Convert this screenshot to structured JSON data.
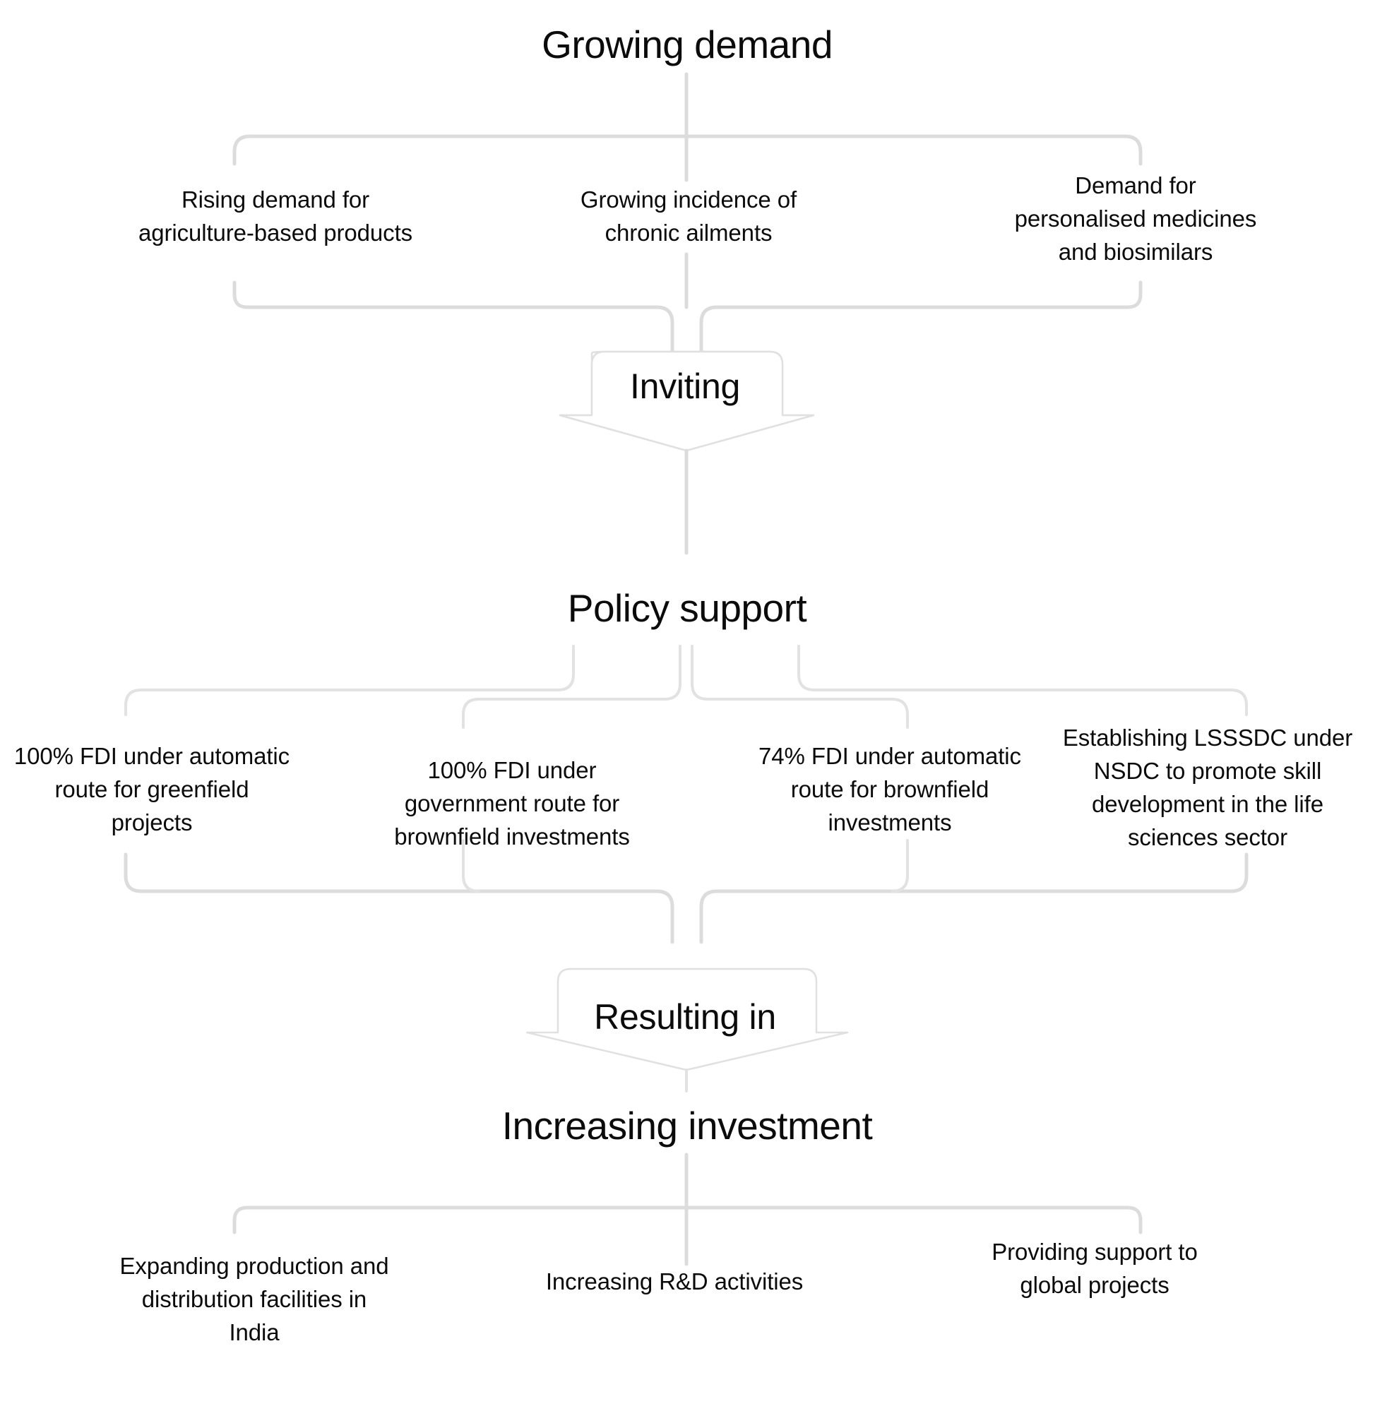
{
  "diagram": {
    "title_hint": "Growing demand to increasing investment flow",
    "connector_color": "#dcdcdc",
    "text_color": "#0b0b0b",
    "background_color": "#ffffff"
  },
  "tiers": [
    {
      "id": "growing-demand",
      "heading": "Growing demand",
      "leaves": [
        "Rising demand for\nagriculture-based products",
        "Growing incidence of\nchronic ailments",
        "Demand for\npersonalised medicines\nand biosimilars"
      ]
    },
    {
      "id": "policy-support",
      "heading": "Policy support",
      "leaves": [
        "100% FDI under automatic\nroute for greenfield\nprojects",
        "100% FDI under\ngovernment route for\nbrownfield investments",
        "74% FDI under automatic\nroute for brownfield\ninvestments",
        "Establishing LSSSDC under\nNSDC to promote skill\ndevelopment in the life\nsciences sector"
      ]
    },
    {
      "id": "increasing-investment",
      "heading": "Increasing investment",
      "leaves": [
        "Expanding production and\ndistribution facilities in\nIndia",
        "Increasing R&D activities",
        "Providing support to\nglobal projects"
      ]
    }
  ],
  "arrows": [
    {
      "id": "inviting",
      "label": "Inviting"
    },
    {
      "id": "resulting-in",
      "label": "Resulting in"
    }
  ],
  "chart_data": {
    "type": "diagram",
    "title": "Growing demand → Policy support → Increasing investment",
    "flow": [
      {
        "node": "Growing demand",
        "children": [
          "Rising demand for agriculture-based products",
          "Growing incidence of chronic ailments",
          "Demand for personalised medicines and biosimilars"
        ],
        "edge_to_next": "Inviting"
      },
      {
        "node": "Policy support",
        "children": [
          "100% FDI under automatic route for greenfield projects",
          "100% FDI under government route for brownfield investments",
          "74% FDI under automatic route for brownfield investments",
          "Establishing LSSSDC under NSDC to promote skill development in the life sciences sector"
        ],
        "edge_to_next": "Resulting in"
      },
      {
        "node": "Increasing investment",
        "children": [
          "Expanding production and distribution facilities in India",
          "Increasing R&D activities",
          "Providing support to global projects"
        ],
        "edge_to_next": null
      }
    ]
  }
}
